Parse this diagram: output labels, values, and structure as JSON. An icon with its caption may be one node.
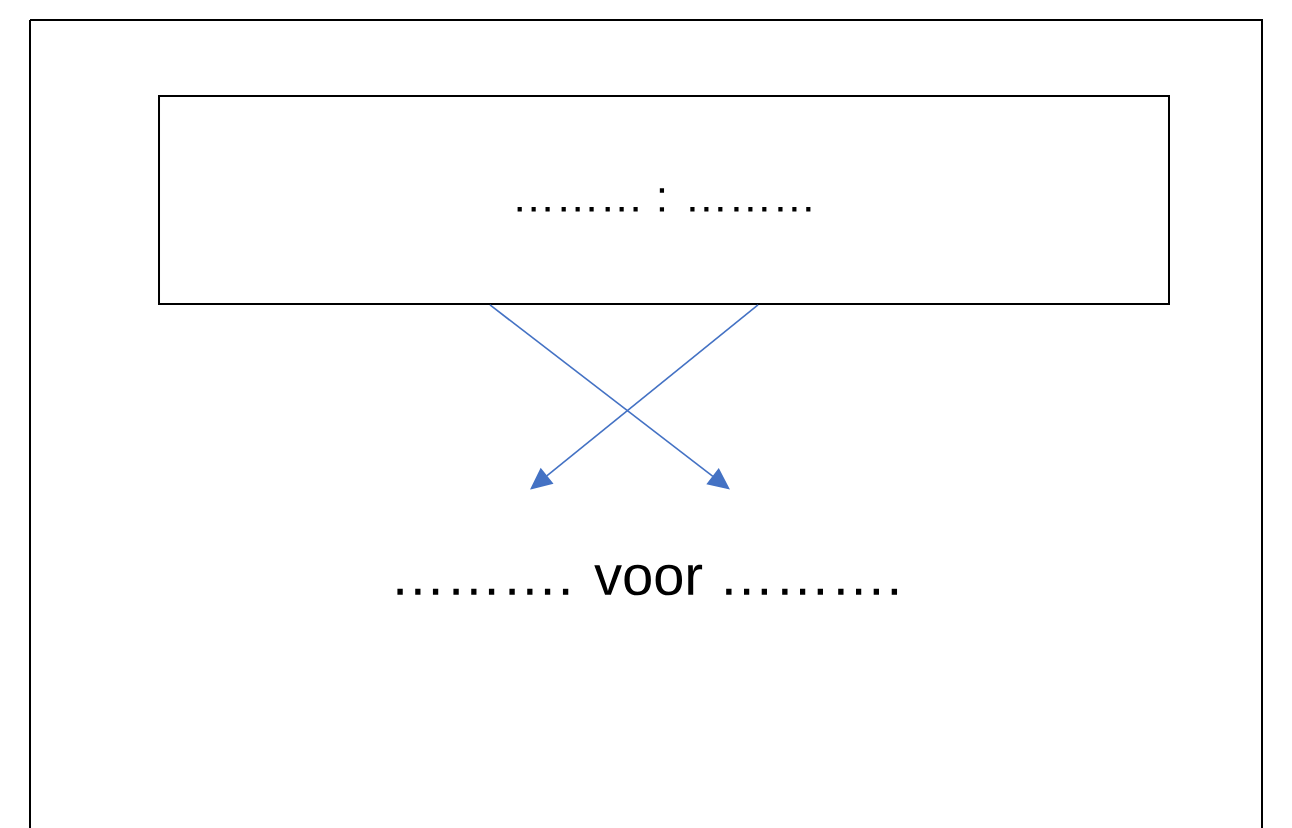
{
  "diagram": {
    "nodes": [
      {
        "text": [
          "……… : ………"
        ]
      },
      {
        "text": [
          "………. voor ………."
        ]
      }
    ],
    "edges": [
      {
        "from": 0,
        "to": 1,
        "arrow": "to"
      },
      {
        "from": 0,
        "to": 1,
        "arrow": "to"
      }
    ]
  }
}
